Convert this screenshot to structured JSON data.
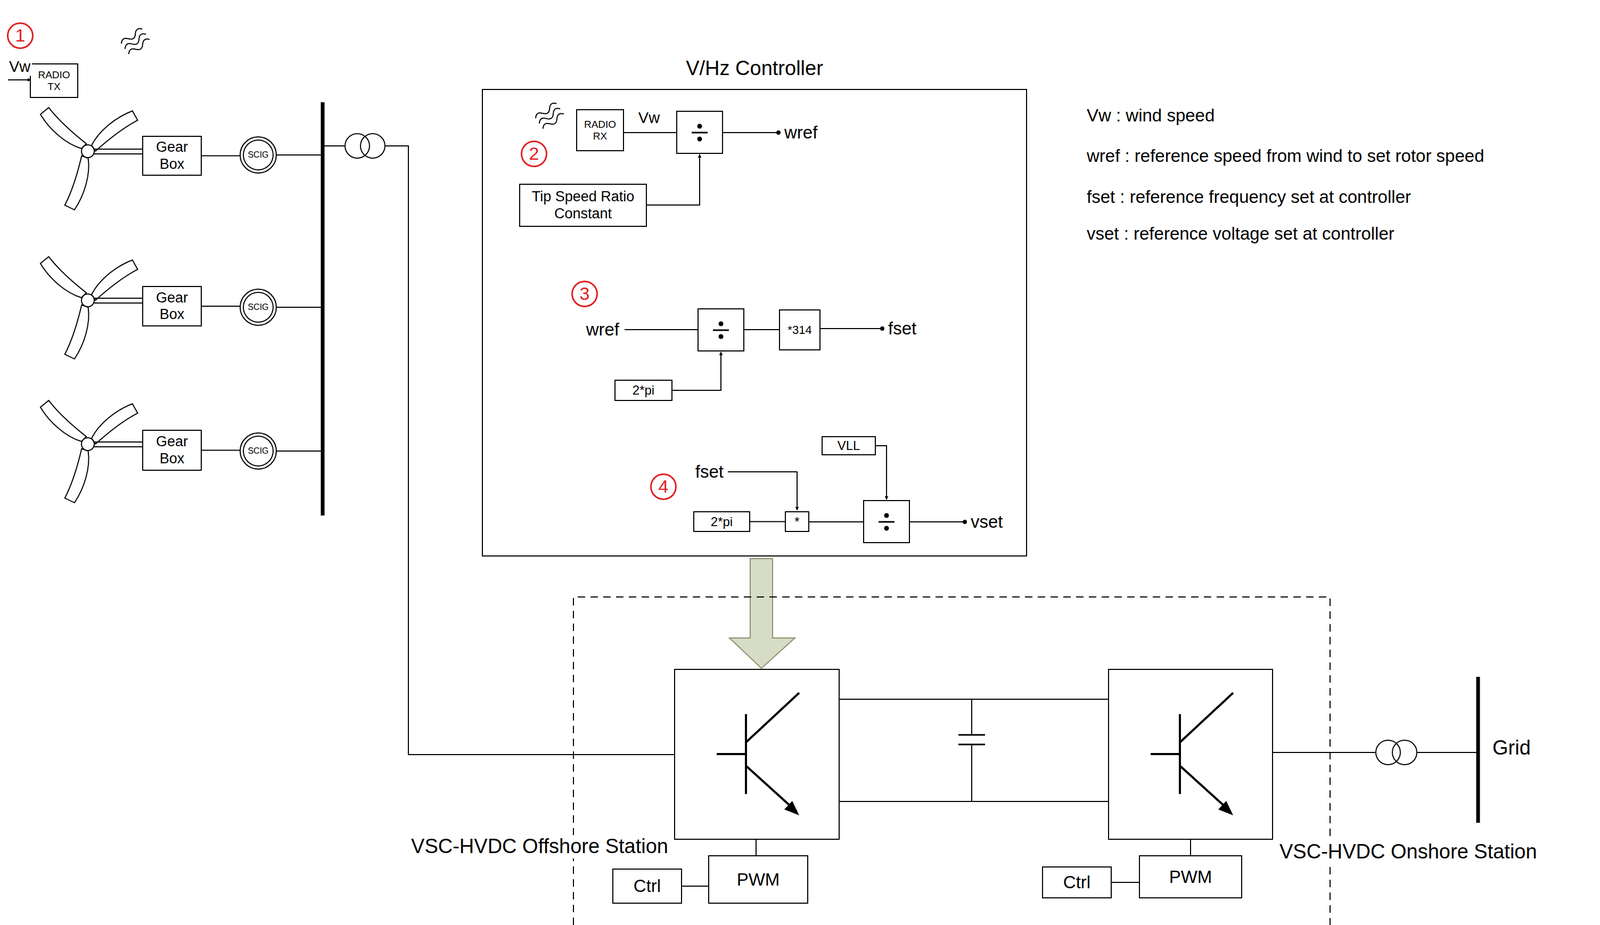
{
  "diagram": {
    "nodes": [
      {
        "text": [
          "RADIO TX"
        ]
      },
      {
        "text": [
          "Gear Box"
        ]
      },
      {
        "text": [
          "SCIG"
        ]
      },
      {
        "text": [
          "Gear Box"
        ]
      },
      {
        "text": [
          "SCIG"
        ]
      },
      {
        "text": [
          "Gear Box"
        ]
      },
      {
        "text": [
          "SCIG"
        ]
      },
      {
        "text": [
          "V/Hz Controller"
        ]
      },
      {
        "text": [
          "RADIO RX"
        ],
        "in": 7
      },
      {
        "text": [
          "Tip Speed Ratio Constant"
        ],
        "in": 7
      },
      {
        "text": [
          "*314"
        ],
        "in": 7
      },
      {
        "text": [
          "2*pi"
        ],
        "in": 7
      },
      {
        "text": [
          "2*pi"
        ],
        "in": 7
      },
      {
        "text": [
          "*"
        ],
        "in": 7
      },
      {
        "text": [
          "VLL"
        ],
        "in": 7
      },
      {
        "text": [
          "PWM"
        ]
      },
      {
        "text": [
          "Ctrl"
        ]
      },
      {
        "text": [
          "PWM"
        ]
      },
      {
        "text": [
          "Ctrl"
        ]
      }
    ],
    "edges": [
      {
        "from": 1,
        "to": 2,
        "arrow": "none"
      },
      {
        "from": 3,
        "to": 4,
        "arrow": "none"
      },
      {
        "from": 5,
        "to": 6,
        "arrow": "none"
      },
      {
        "from": 12,
        "to": 13,
        "arrow": "none"
      },
      {
        "from": 16,
        "to": 15,
        "arrow": "none"
      },
      {
        "from": 18,
        "to": 17,
        "arrow": "none"
      }
    ],
    "labels": [
      "1",
      "Vw",
      "2",
      "Vw",
      "wref",
      "3",
      "wref",
      "fset",
      "4",
      "fset",
      "vset",
      "Vw : wind speed",
      "wref : reference speed from wind to set rotor speed",
      "fset : reference frequency set at controller",
      "vset : reference voltage set at controller",
      "VSC-HVDC Offshore Station",
      "VSC-HVDC Onshore Station",
      "Grid"
    ]
  }
}
